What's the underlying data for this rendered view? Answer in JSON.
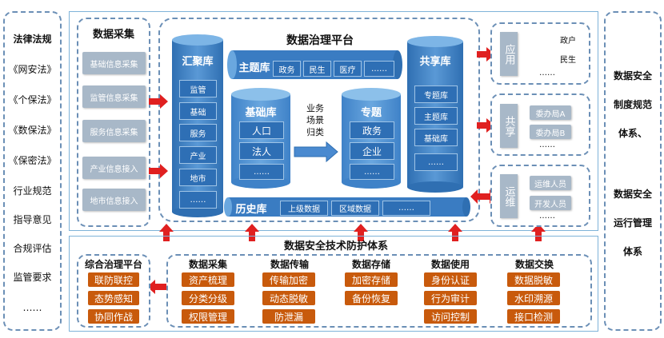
{
  "left_panel": {
    "items": [
      "法律法规",
      "《网安法》",
      "《个保法》",
      "《数保法》",
      "《保密法》",
      "行业规范",
      "指导意见",
      "合规评估",
      "监管要求",
      "……"
    ]
  },
  "right_panel": {
    "lines": [
      "数据安全",
      "制度规范",
      "体系、",
      "数据安全",
      "运行管理",
      "体系"
    ]
  },
  "collection": {
    "title": "数据采集",
    "items": [
      "基础信息采集",
      "监管信息采集",
      "服务信息采集",
      "产业信息接入",
      "地市信息接入"
    ]
  },
  "platform": {
    "title": "数据治理平台",
    "huiju": {
      "title": "汇聚库",
      "items": [
        "监管",
        "基础",
        "服务",
        "产业",
        "地市",
        "……"
      ]
    },
    "zhuti": {
      "title": "主题库",
      "items": [
        "政务",
        "民生",
        "医疗",
        "……"
      ]
    },
    "jichu": {
      "title": "基础库",
      "items": [
        "人口",
        "法人",
        "……"
      ]
    },
    "flow_label": [
      "业务",
      "场景",
      "归类"
    ],
    "zhuanti": {
      "title": "专题",
      "items": [
        "政务",
        "企业",
        "……"
      ]
    },
    "gongxiang": {
      "title": "共享库",
      "items": [
        "专题库",
        "主题库",
        "基础库",
        "……"
      ]
    },
    "lishi": {
      "title": "历史库",
      "items": [
        "上级数据",
        "区域数据",
        "……"
      ]
    }
  },
  "outputs": {
    "app": {
      "label": "应用",
      "items": [
        "政户",
        "民生",
        "……"
      ]
    },
    "share": {
      "label": "共享",
      "items": [
        "委办局A",
        "委办局B",
        "……"
      ]
    },
    "ops": {
      "label": "运维",
      "items": [
        "运维人员",
        "开发人员",
        "……"
      ]
    }
  },
  "security": {
    "title": "数据安全技术防护体系",
    "integrated": {
      "title": "综合治理平台",
      "items": [
        "联防联控",
        "态势感知",
        "协同作战"
      ]
    },
    "groups": [
      {
        "title": "数据采集",
        "items": [
          "资产梳理",
          "分类分级",
          "权限管理"
        ]
      },
      {
        "title": "数据传输",
        "items": [
          "传输加密",
          "动态脱敏",
          "防泄漏"
        ]
      },
      {
        "title": "数据存储",
        "items": [
          "加密存储",
          "备份恢复"
        ]
      },
      {
        "title": "数据使用",
        "items": [
          "身份认证",
          "行为审计",
          "访问控制"
        ]
      },
      {
        "title": "数据交换",
        "items": [
          "数据脱敏",
          "水印溯源",
          "接口检测"
        ]
      }
    ]
  },
  "colors": {
    "cylinder_dark": "#2e6fb5",
    "cylinder_light": "#5b9bd5",
    "orange": "#c85a0c",
    "arrow_red": "#e02020",
    "panel_grey": "#a8b8c8"
  }
}
